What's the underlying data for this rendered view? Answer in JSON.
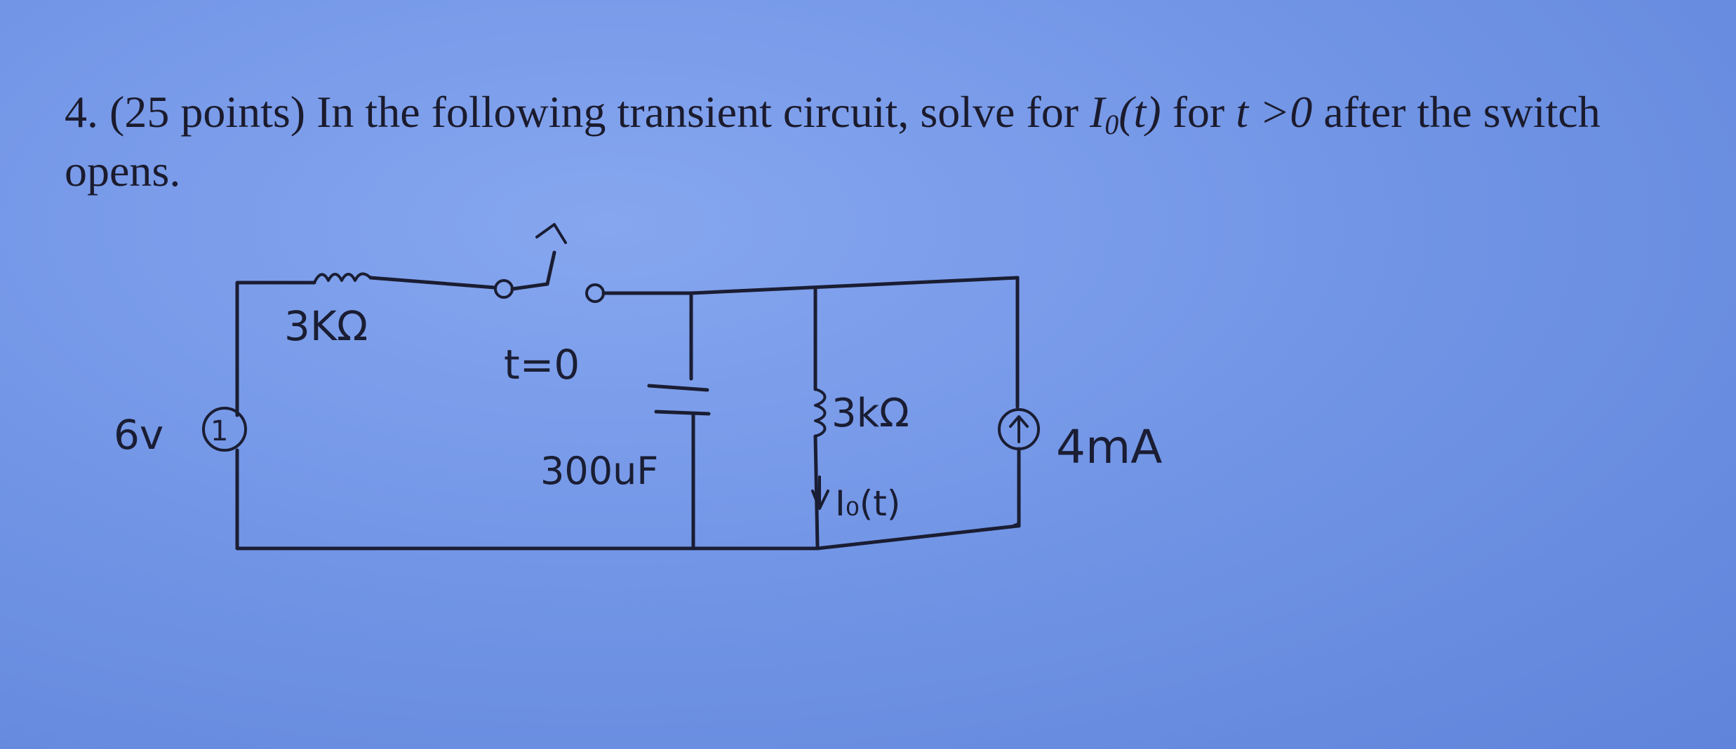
{
  "question": {
    "number": "4.",
    "points": "(25 points)",
    "text_a": " In the following transient circuit, solve for ",
    "var_I": "I",
    "var_sub": "0",
    "var_arg": "(t)",
    "text_b": " for ",
    "var_t": "t",
    "cond": " >0",
    "text_c": " after the switch opens."
  },
  "circuit": {
    "source_voltage": "6v",
    "source_symbol": "1",
    "series_resistor": "3KΩ",
    "switch_label": "t=0",
    "capacitor": "300uF",
    "parallel_resistor": "3kΩ",
    "current_label": "I₀(t)",
    "current_source": "4mA"
  }
}
